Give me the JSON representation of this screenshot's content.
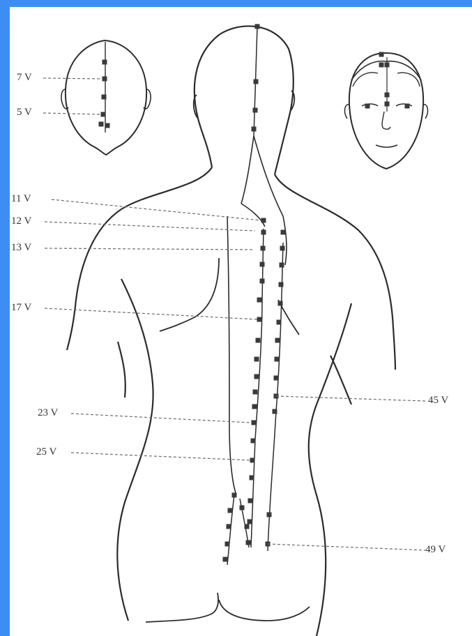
{
  "colors": {
    "frame": "#3d8df5",
    "paper": "#ffffff",
    "outline": "#2b2b2b",
    "point": "#3a3a3a",
    "leader": "#6b6b6b"
  },
  "labels": {
    "v7": "7 V",
    "v5": "5 V",
    "v11": "11 V",
    "v12": "12 V",
    "v13": "13 V",
    "v17": "17 V",
    "v23": "23 V",
    "v25": "25 V",
    "v45": "45 V",
    "v49": "49 V"
  }
}
